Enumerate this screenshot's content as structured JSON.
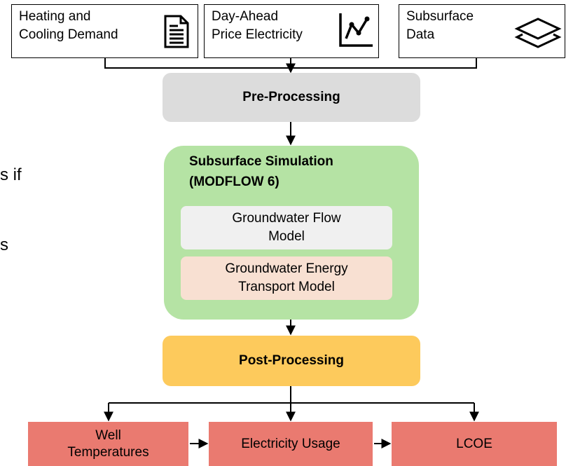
{
  "inputs": [
    {
      "label": "Heating and\nCooling Demand",
      "icon": "document-icon"
    },
    {
      "label": "Day-Ahead\nPrice Electricity",
      "icon": "line-chart-icon"
    },
    {
      "label": "Subsurface\nData",
      "icon": "layers-icon"
    }
  ],
  "preprocessing": {
    "label": "Pre-Processing",
    "color": "#dcdcdc"
  },
  "simulation": {
    "title_line1": "Subsurface Simulation",
    "title_line2": "(MODFLOW 6)",
    "color": "#b5e3a4",
    "flow_model": {
      "label": "Groundwater Flow\nModel",
      "color": "#f0f0f0"
    },
    "energy_model": {
      "label": "Groundwater Energy\nTransport Model",
      "color": "#f8e0d2"
    }
  },
  "postprocessing": {
    "label": "Post-Processing",
    "color": "#fdca5c"
  },
  "outputs": [
    {
      "label": "Well\nTemperatures"
    },
    {
      "label": "Electricity Usage"
    },
    {
      "label": "LCOE"
    }
  ],
  "output_color": "#ea7a70",
  "side_text": [
    "s if",
    "s"
  ]
}
